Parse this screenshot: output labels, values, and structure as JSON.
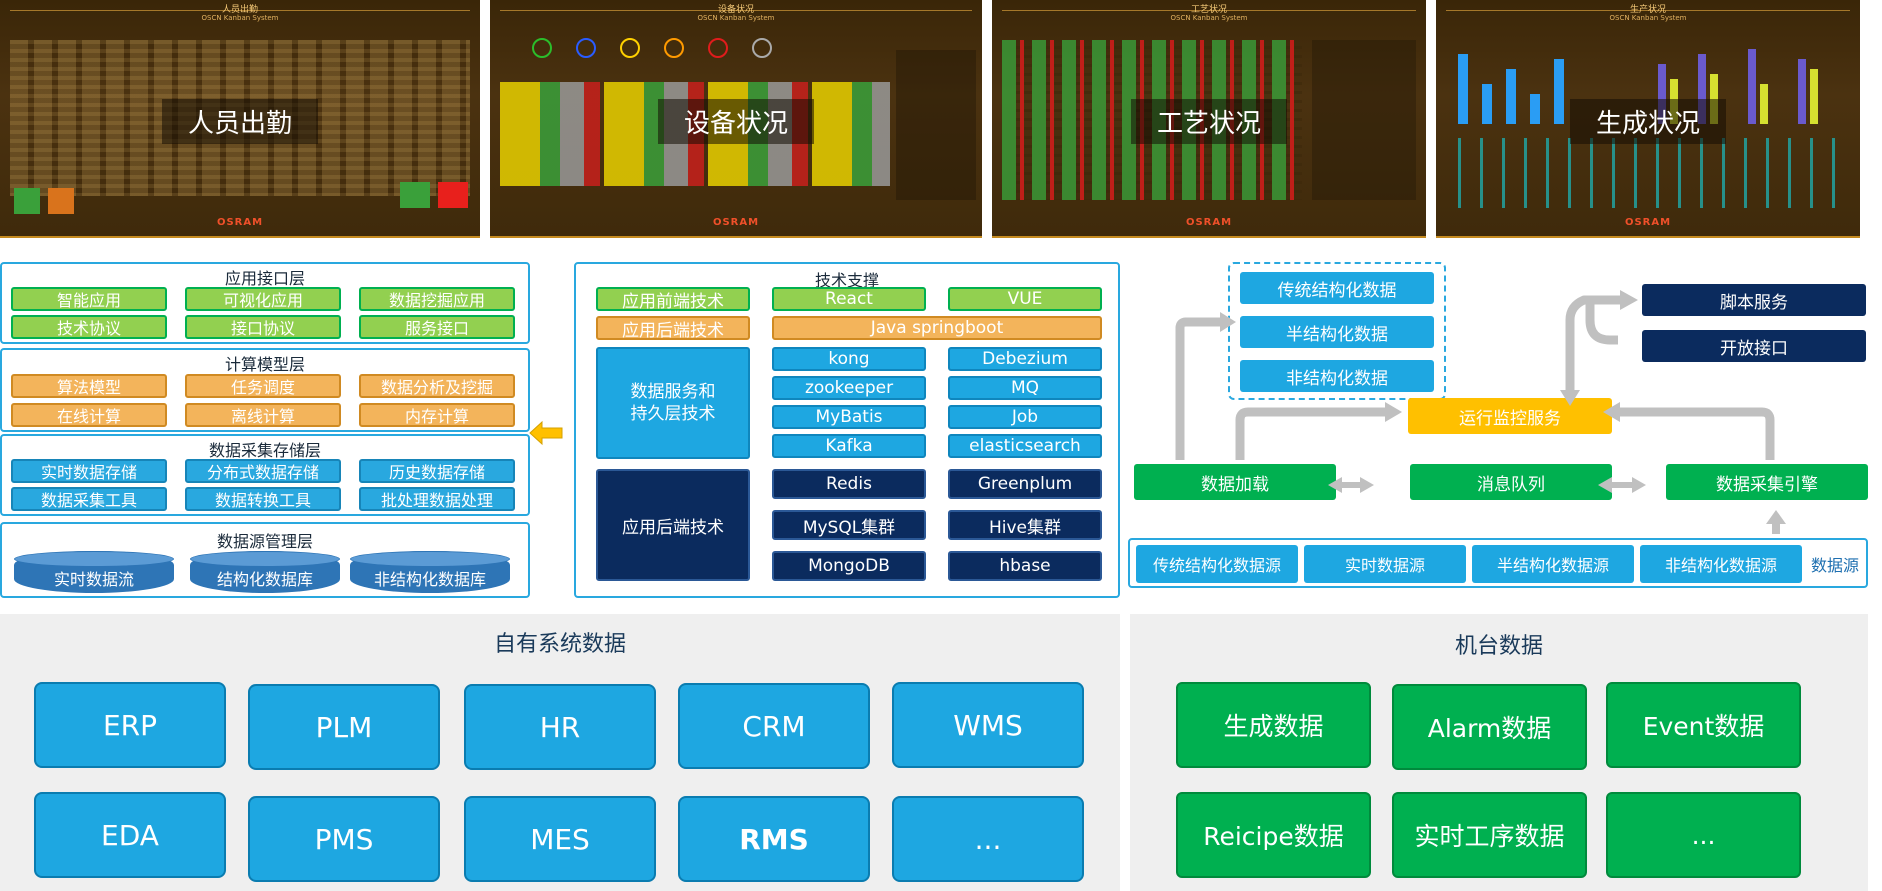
{
  "dashboards": [
    {
      "title": "人员出勤",
      "header": "人员出勤",
      "sub": "OSCN Kanban System",
      "logo": "OSRAM"
    },
    {
      "title": "设备状况",
      "header": "设备状况",
      "sub": "OSCN Kanban System",
      "logo": "OSRAM"
    },
    {
      "title": "工艺状况",
      "header": "工艺状况",
      "sub": "OSCN Kanban System",
      "logo": "OSRAM"
    },
    {
      "title": "生成状况",
      "header": "生产状况",
      "sub": "OSCN Kanban System",
      "logo": "OSRAM"
    }
  ],
  "layers": {
    "app_interface": {
      "title": "应用接口层",
      "items": [
        "智能应用",
        "可视化应用",
        "数据挖掘应用",
        "技术协议",
        "接口协议",
        "服务接口"
      ]
    },
    "compute_model": {
      "title": "计算模型层",
      "items": [
        "算法模型",
        "任务调度",
        "数据分析及挖掘",
        "在线计算",
        "离线计算",
        "内存计算"
      ]
    },
    "collect_storage": {
      "title": "数据采集存储层",
      "items": [
        "实时数据存储",
        "分布式数据存储",
        "历史数据存储",
        "数据采集工具",
        "数据转换工具",
        "批处理数据处理"
      ]
    },
    "datasource_mgmt": {
      "title": "数据源管理层",
      "items": [
        "实时数据流",
        "结构化数据库",
        "非结构化数据库"
      ]
    }
  },
  "tech": {
    "title": "技术支撑",
    "frontend_label": "应用前端技术",
    "frontend": [
      "React",
      "VUE"
    ],
    "backend_label": "应用后端技术",
    "backend": "Java springboot",
    "data_service_label": "数据服务和持久层技术",
    "data_service": [
      "kong",
      "Debezium",
      "zookeeper",
      "MQ",
      "MyBatis",
      "Job",
      "Kafka",
      "elasticsearch"
    ],
    "backend2_label": "应用后端技术",
    "backend2": [
      "Redis",
      "Greenplum",
      "MySQL集群",
      "Hive集群",
      "MongoDB",
      "hbase"
    ]
  },
  "flow": {
    "data_types": [
      "传统结构化数据",
      "半结构化数据",
      "非结构化数据"
    ],
    "services": [
      "脚本服务",
      "开放接口"
    ],
    "monitor": "运行监控服务",
    "load": "数据加载",
    "queue": "消息队列",
    "engine": "数据采集引擎",
    "sources": [
      "传统结构化数据源",
      "实时数据源",
      "半结构化数据源",
      "非结构化数据源"
    ],
    "sources_label": "数据源"
  },
  "own_data": {
    "title": "自有系统数据",
    "systems": [
      "ERP",
      "PLM",
      "HR",
      "CRM",
      "WMS",
      "EDA",
      "PMS",
      "MES",
      "RMS",
      "..."
    ]
  },
  "machine_data": {
    "title": "机台数据",
    "items": [
      "生成数据",
      "Alarm数据",
      "Event数据",
      "Reicipe数据",
      "实时工序数据",
      "..."
    ]
  },
  "colors": {
    "green": "#00b050",
    "blue": "#1ea7e1",
    "navy": "#0b2b5e",
    "orange": "#ffc000",
    "border": "#29a8df"
  }
}
